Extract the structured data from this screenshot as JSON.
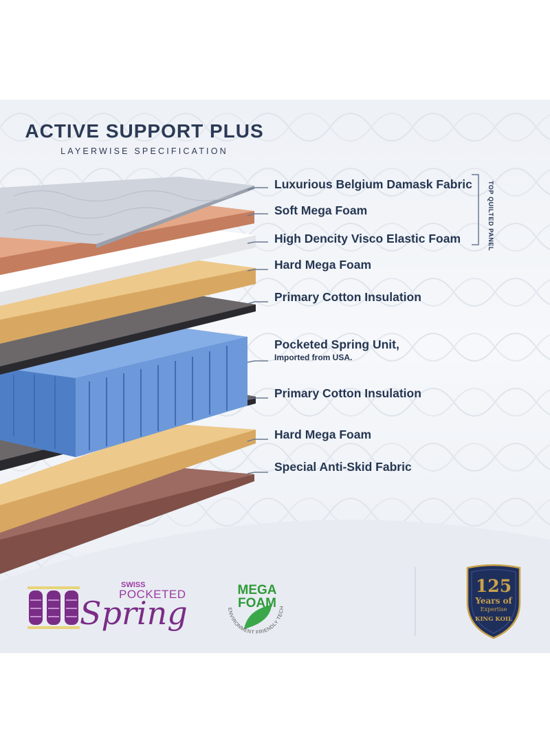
{
  "header": {
    "title": "ACTIVE SUPPORT PLUS",
    "subtitle": "LAYERWISE SPECIFICATION"
  },
  "layers": [
    {
      "label": "Luxurious Belgium Damask Fabric",
      "color": "#c9cdd6"
    },
    {
      "label": "Soft Mega Foam",
      "color": "#d89978"
    },
    {
      "label": "High Dencity Visco Elastic Foam",
      "color": "#f2f2f4"
    },
    {
      "label": "Hard Mega Foam",
      "color": "#e3b772"
    },
    {
      "label": "Primary Cotton Insulation",
      "color": "#5d5a5c"
    },
    {
      "label": "Pocketed Spring Unit,",
      "sublabel": "Imported from USA.",
      "color": "#5f8fd4"
    },
    {
      "label": "Primary Cotton Insulation",
      "color": "#5d5a5c"
    },
    {
      "label": "Hard Mega Foam",
      "color": "#e3b772"
    },
    {
      "label": "Special Anti-Skid Fabric",
      "color": "#8a5a52"
    }
  ],
  "side_label": "TOP QUILTED PANEL",
  "logos": {
    "swiss_line1": "SWISS",
    "swiss_line2": "POCKETED",
    "swiss_line3": "Spring",
    "mega_line1": "MEGA",
    "mega_line2": "FOAM",
    "mega_ring": "ENVIRONMENT FRIENDLY TECHNOLOGY",
    "badge_number": "125",
    "badge_years": "Years of",
    "badge_expertise": "Expertise",
    "badge_brand": "KING KOIL"
  },
  "colors": {
    "navy": "#253651",
    "purple": "#7a2d86",
    "green": "#2f9a3a",
    "gold": "#c9a24b",
    "badge_bg": "#1f2f5c"
  }
}
